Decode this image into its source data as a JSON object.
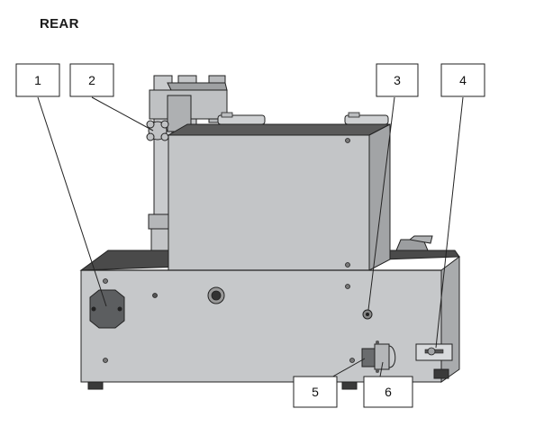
{
  "title": "REAR",
  "callouts": [
    {
      "label": "1"
    },
    {
      "label": "2"
    },
    {
      "label": "3"
    },
    {
      "label": "4"
    },
    {
      "label": "5"
    },
    {
      "label": "6"
    }
  ],
  "colors": {
    "base_front": "#c6c8ca",
    "base_side": "#a9abad",
    "base_top": "#4a4a4a",
    "upper_box_front": "#c3c5c7",
    "upper_box_side": "#a2a4a6",
    "upper_box_top": "#5a5a5a",
    "post": "#c9cbcd",
    "line": "#222222"
  }
}
